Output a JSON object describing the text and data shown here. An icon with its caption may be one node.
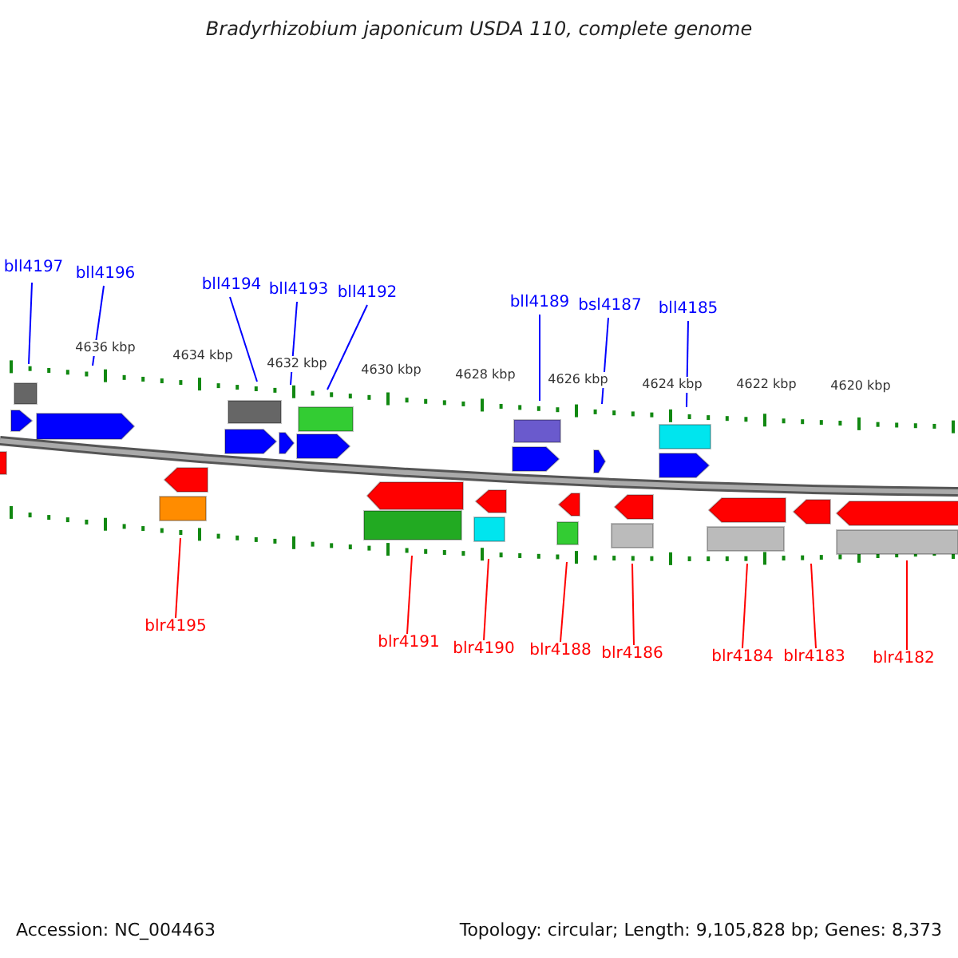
{
  "diagram": {
    "title": "Bradyrhizobium japonicum USDA 110, complete genome",
    "nodes": [
      {
        "text": [
          "bll4197"
        ]
      },
      {
        "text": [
          "bll4196"
        ]
      },
      {
        "text": [
          "bll4194"
        ]
      },
      {
        "text": [
          "bll4193"
        ]
      },
      {
        "text": [
          "bll4192"
        ]
      },
      {
        "text": [
          "bll4189"
        ]
      },
      {
        "text": [
          "bsl4187"
        ]
      },
      {
        "text": [
          "bll4185"
        ]
      },
      {
        "text": [
          "blr4195"
        ]
      },
      {
        "text": [
          "blr4191"
        ]
      },
      {
        "text": [
          "blr4190"
        ]
      },
      {
        "text": [
          "blr4188"
        ]
      },
      {
        "text": [
          "blr4186"
        ]
      },
      {
        "text": [
          "blr4184"
        ]
      },
      {
        "text": [
          "blr4183"
        ]
      },
      {
        "text": [
          "blr4182"
        ]
      },
      {
        "text": [],
        "shape": "picture"
      }
    ],
    "edges": [
      {
        "from": 0,
        "to": 16,
        "arrow": "none"
      },
      {
        "from": 1,
        "to": 16,
        "arrow": "none"
      },
      {
        "from": 2,
        "to": 16,
        "arrow": "none"
      },
      {
        "from": 3,
        "to": 16,
        "arrow": "none"
      },
      {
        "from": 4,
        "to": 16,
        "arrow": "none"
      },
      {
        "from": 5,
        "to": 16,
        "arrow": "none"
      },
      {
        "from": 6,
        "to": 16,
        "arrow": "none"
      },
      {
        "from": 7,
        "to": 16,
        "arrow": "none"
      },
      {
        "from": 8,
        "to": 16,
        "arrow": "none",
        "color": "#ff0000"
      },
      {
        "from": 9,
        "to": 16,
        "arrow": "none",
        "color": "#ff0000"
      },
      {
        "from": 10,
        "to": 16,
        "arrow": "none",
        "color": "#ff0000"
      },
      {
        "from": 11,
        "to": 16,
        "arrow": "none",
        "color": "#ff0000"
      },
      {
        "from": 12,
        "to": 16,
        "arrow": "none",
        "color": "#ff0000"
      },
      {
        "from": 13,
        "to": 16,
        "arrow": "none",
        "color": "#ff0000"
      },
      {
        "from": 14,
        "to": 16,
        "arrow": "none",
        "color": "#ff0000"
      },
      {
        "from": 15,
        "to": 16,
        "arrow": "none",
        "color": "#ff0000"
      }
    ],
    "labels": [
      "4636 kbp",
      "4634 kbp",
      "4632 kbp",
      "4630 kbp",
      "4628 kbp",
      "4626 kbp",
      "4624 kbp",
      "4622 kbp",
      "4620 kbp",
      "Accession: NC_004463",
      "Topology: circular; Length: 9,105,828 bp; Genes: 8,373"
    ]
  }
}
